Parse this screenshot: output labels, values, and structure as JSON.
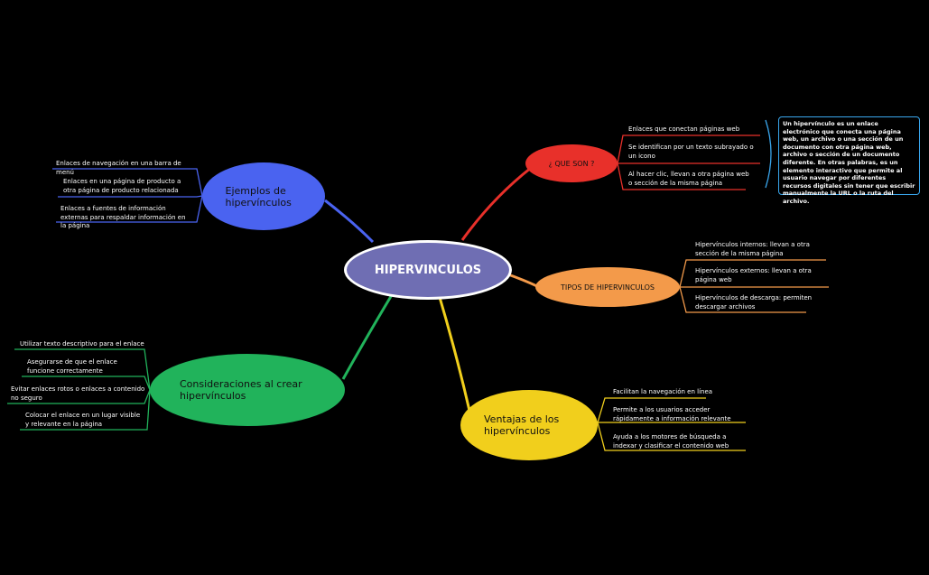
{
  "center": {
    "label": "HIPERVINCULOS"
  },
  "que_son": {
    "label": "¿ QUE SON ?",
    "items": [
      "Enlaces que conectan páginas web",
      "Se identifican por un texto subrayado o un icono",
      "Al hacer clic, llevan a otra página web o sección de la misma página"
    ],
    "definition": "Un hipervínculo es un enlace electrónico que conecta una página web, un archivo o una sección de un documento con otra página web, archivo o sección de un documento diferente. En otras palabras, es un elemento interactivo que permite al usuario navegar por diferentes recursos digitales sin tener que escribir manualmente la URL o la ruta del archivo."
  },
  "tipos": {
    "label": "TIPOS DE HIPERVINCULOS",
    "items": [
      "Hipervínculos internos: llevan a otra sección de la misma página",
      "Hipervínculos externos: llevan a otra página web",
      "Hipervínculos de descarga: permiten descargar archivos"
    ]
  },
  "ventajas": {
    "label": "Ventajas de los hipervínculos",
    "items": [
      "Facilitan la navegación en línea",
      "Permite a los usuarios acceder rápidamente a información relevante",
      "Ayuda a los motores de búsqueda a indexar y clasificar el contenido web"
    ]
  },
  "consideraciones": {
    "label": "Consideraciones al crear hipervínculos",
    "items": [
      "Utilizar texto descriptivo para el enlace",
      "Asegurarse de que el enlace funcione correctamente",
      "Evitar enlaces rotos o enlaces a contenido no seguro",
      "Colocar el enlace en un lugar visible y relevante en la página"
    ]
  },
  "ejemplos": {
    "label": "Ejemplos de hipervínculos",
    "items": [
      "Enlaces de navegación en una barra de menú",
      "Enlaces en una página de producto a otra página de producto relacionada",
      "Enlaces a fuentes de información externas para respaldar información en la página"
    ]
  },
  "colors": {
    "center": "#6f6eb3",
    "que_son": "#e8302a",
    "tipos": "#f39a4a",
    "ventajas": "#f1cf1c",
    "consideraciones": "#21b35b",
    "ejemplos": "#4a63f0",
    "definition_border": "#3aa7ee"
  }
}
